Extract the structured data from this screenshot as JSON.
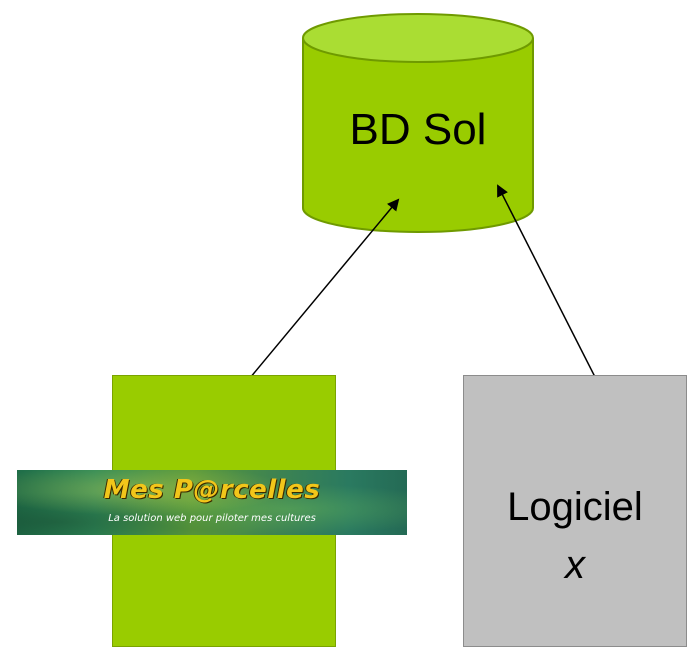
{
  "database": {
    "label": "BD Sol"
  },
  "mes_parcelles": {
    "title": "Mes P@rcelles",
    "subtitle": "La solution web pour piloter mes cultures"
  },
  "software": {
    "label": "Logiciel",
    "variable": "x"
  },
  "colors": {
    "database_fill": "#99cc00",
    "database_top": "#aadd33",
    "green_box": "#99cc00",
    "gray_box": "#c0c0c0",
    "banner_title": "#f2c61a"
  }
}
